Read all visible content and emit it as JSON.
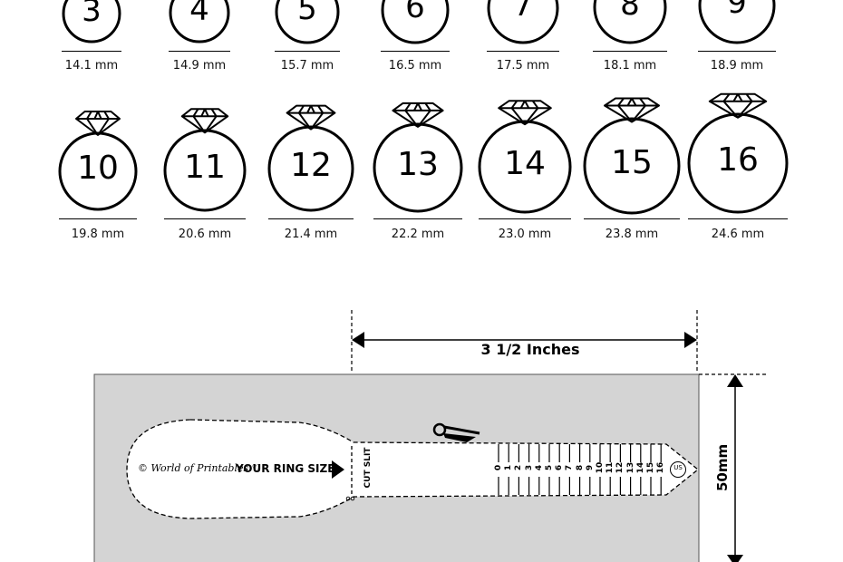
{
  "rings_row1": [
    {
      "size": "3",
      "mm": "14.1 mm"
    },
    {
      "size": "4",
      "mm": "14.9 mm"
    },
    {
      "size": "5",
      "mm": "15.7 mm"
    },
    {
      "size": "6",
      "mm": "16.5 mm"
    },
    {
      "size": "7",
      "mm": "17.5 mm"
    },
    {
      "size": "8",
      "mm": "18.1 mm"
    },
    {
      "size": "9",
      "mm": "18.9 mm"
    }
  ],
  "rings_row2": [
    {
      "size": "10",
      "mm": "19.8 mm"
    },
    {
      "size": "11",
      "mm": "20.6 mm"
    },
    {
      "size": "12",
      "mm": "21.4 mm"
    },
    {
      "size": "13",
      "mm": "22.2 mm"
    },
    {
      "size": "14",
      "mm": "23.0 mm"
    },
    {
      "size": "15",
      "mm": "23.8 mm"
    },
    {
      "size": "16",
      "mm": "24.6 mm"
    }
  ],
  "sizer": {
    "width_label": "3 1/2 Inches",
    "height_label": "50mm",
    "brand": "© World of Printables ♡",
    "your_size": "YOUR RING SIZE",
    "cut_slit": "CUT SLIT",
    "scale": [
      "0",
      "1",
      "2",
      "3",
      "4",
      "5",
      "6",
      "7",
      "8",
      "9",
      "10",
      "11",
      "12",
      "13",
      "14",
      "15",
      "16"
    ],
    "region": "US",
    "scissors_icon": "scissors-icon"
  }
}
